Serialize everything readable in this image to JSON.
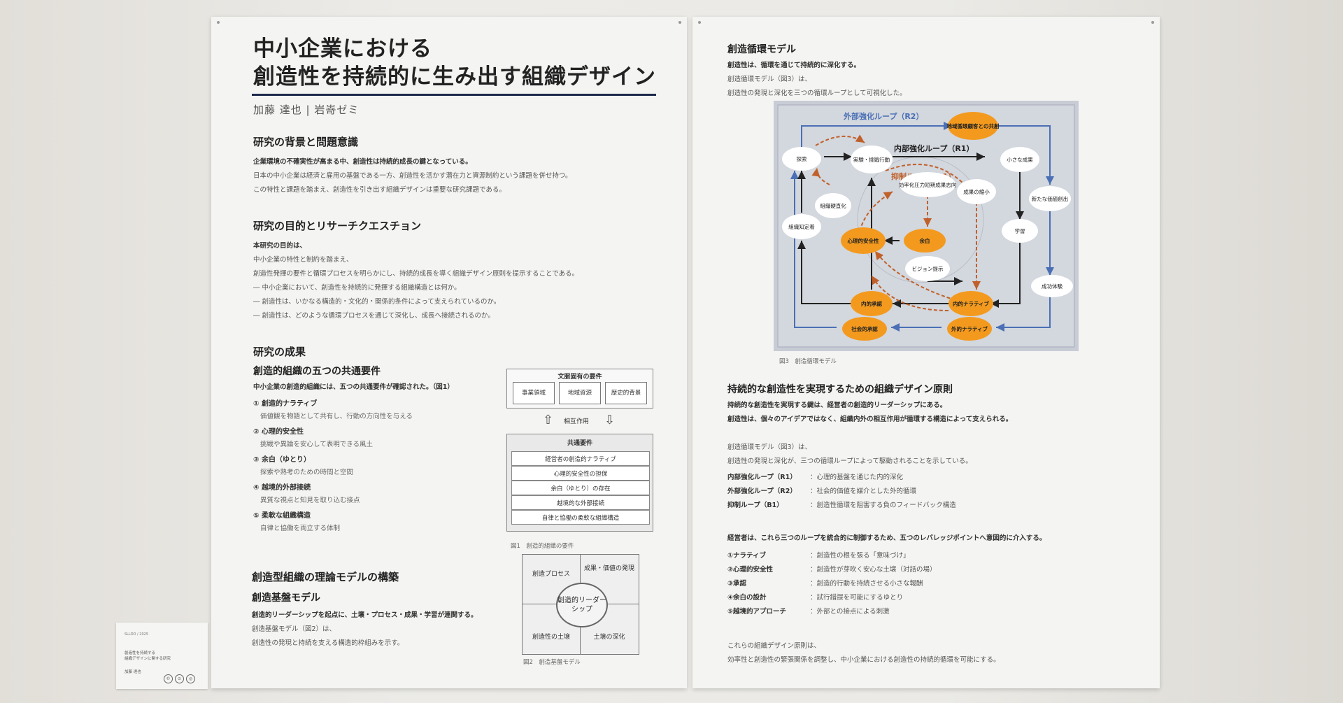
{
  "left": {
    "title_line1": "中小企業における",
    "title_line2": "創造性を持続的に生み出す組織デザイン",
    "author": "加藤 達也 | 岩嵜ゼミ",
    "background": {
      "heading": "研究の背景と問題意識",
      "lead": "企業環境の不確実性が高まる中、創造性は持続的成長の鍵となっている。",
      "body1": "日本の中小企業は経済と雇用の基盤である一方、創造性を活かす潜在力と資源制約という課題を併せ持つ。",
      "body2": "この特性と課題を踏まえ、創造性を引き出す組織デザインは重要な研究課題である。"
    },
    "purpose": {
      "heading": "研究の目的とリサーチクエスチョン",
      "lead": "本研究の目的は、",
      "body1": "中小企業の特性と制約を踏まえ、",
      "body2": "創造性発揮の要件と循環プロセスを明らかにし、持続的成長を導く組織デザイン原則を提示することである。",
      "q1": "― 中小企業において、創造性を持続的に発揮する組織構造とは何か。",
      "q2": "― 創造性は、いかなる構造的・文化的・関係的条件によって支えられているのか。",
      "q3": "― 創造性は、どのような循環プロセスを通じて深化し、成長へ接続されるのか。"
    },
    "results": {
      "heading": "研究の成果",
      "subheading": "創造的組織の五つの共通要件",
      "lead": "中小企業の創造的組織には、五つの共通要件が確認された。（図1）",
      "items": [
        {
          "head": "① 創造的ナラティブ",
          "desc": "価値観を物語として共有し、行動の方向性を与える"
        },
        {
          "head": "② 心理的安全性",
          "desc": "挑戦や異論を安心して表明できる風土"
        },
        {
          "head": "③ 余白（ゆとり）",
          "desc": "探索や熟考のための時間と空間"
        },
        {
          "head": "④ 越境的外部接続",
          "desc": "異質な視点と知見を取り込む接点"
        },
        {
          "head": "⑤ 柔軟な組織構造",
          "desc": "自律と協働を両立する体制"
        }
      ]
    },
    "fig1": {
      "top_caption": "文脈固有の要件",
      "top_boxes": [
        "事業領域",
        "地域資源",
        "歴史的背景"
      ],
      "mid_label": "相互作用",
      "bottom_caption": "共通要件",
      "rows": [
        "経営者の創造的ナラティブ",
        "心理的安全性の担保",
        "余白（ゆとり）の存在",
        "越境的な外部接続",
        "自律と協働の柔軟な組織構造"
      ],
      "caption": "図1　創造的組織の要件"
    },
    "model": {
      "heading": "創造型組織の理論モデルの構築",
      "subheading": "創造基盤モデル",
      "lead": "創造的リーダーシップを起点に、土壌・プロセス・成果・学習が連関する。",
      "body1": "創造基盤モデル（図2）は、",
      "body2": "創造性の発現と持続を支える構造的枠組みを示す。"
    },
    "fig2": {
      "tl": "創造プロセス",
      "tr": "成果・価値の発現",
      "bl": "創造性の土壌",
      "br": "土壌の深化",
      "center": "創造的リーダーシップ",
      "caption": "図2　創造基盤モデル"
    }
  },
  "right": {
    "cycle": {
      "heading": "創造循環モデル",
      "lead": "創造性は、循環を通じて持続的に深化する。",
      "body1": "創造循環モデル（図3）は、",
      "body2": "創造性の発現と深化を三つの循環ループとして可視化した。"
    },
    "fig3": {
      "loop_r2": "外部強化ループ（R2）",
      "loop_r1": "内部強化ループ（R1）",
      "loop_b1": "抑制ループ（B1）",
      "nodes": {
        "explore": "探索",
        "trial": "実験・挑戦行動",
        "small": "小さな成果",
        "newval": "新たな価値創出",
        "harden": "組織硬直化",
        "pressure": "効率化圧力短期成果志向",
        "shrink": "成果の縮小",
        "learn": "学習",
        "know": "組織知定着",
        "psy": "心理的安全性",
        "slack": "余白",
        "vision": "ビジョン提示",
        "success": "成功体験",
        "inrec": "内的承認",
        "innar": "内的ナラティブ",
        "social": "社会的承認",
        "exnar": "外的ナラティブ",
        "region": "地域循環顧客との共創"
      },
      "caption": "図3　創造循環モデル"
    },
    "principles": {
      "heading": "持続的な創造性を実現するための組織デザイン原則",
      "lead1": "持続的な創造性を実現する鍵は、経営者の創造的リーダーシップにある。",
      "lead2": "創造性は、個々のアイデアではなく、組織内外の相互作用が循環する構造によって支えられる。",
      "body1": "創造循環モデル（図3）は、",
      "body2": "創造性の発現と深化が、三つの循環ループによって駆動されることを示している。",
      "loops": [
        {
          "k": "内部強化ループ（R1）",
          "v": "：心理的基盤を通じた内的深化"
        },
        {
          "k": "外部強化ループ（R2）",
          "v": "：社会的価値を媒介とした外的循環"
        },
        {
          "k": "抑制ループ（B1）",
          "v": "：創造性循環を阻害する負のフィードバック構造"
        }
      ],
      "lead3": "経営者は、これら三つのループを統合的に制御するため、五つのレバレッジポイントへ意図的に介入する。",
      "levers": [
        {
          "k": "①ナラティブ",
          "v": "：創造性の根を張る「意味づけ」"
        },
        {
          "k": "②心理的安全性",
          "v": "：創造性が芽吹く安心な土壌（対話の場）"
        },
        {
          "k": "③承認",
          "v": "：創造的行動を持続させる小さな報酬"
        },
        {
          "k": "④余白の設計",
          "v": "：試行錯誤を可能にするゆとり"
        },
        {
          "k": "⑤越境的アプローチ",
          "v": "：外部との接点による刺激"
        }
      ],
      "close1": "これらの組織デザイン原則は、",
      "close2": "効率性と創造性の緊張関係を調整し、中小企業における創造性の持続的循環を可能にする。"
    }
  },
  "card": {
    "line1": "SLLDD / 2025",
    "line2a": "創造性を持続する",
    "line2b": "組織デザインに関する研究",
    "line3": "加藤 達也",
    "icons": [
      "©",
      "⊙",
      "◎"
    ]
  },
  "colors": {
    "orange": "#f39a1e",
    "blue": "#4a6fb5",
    "brown": "#c0602a",
    "navy": "#1c2a4a"
  }
}
